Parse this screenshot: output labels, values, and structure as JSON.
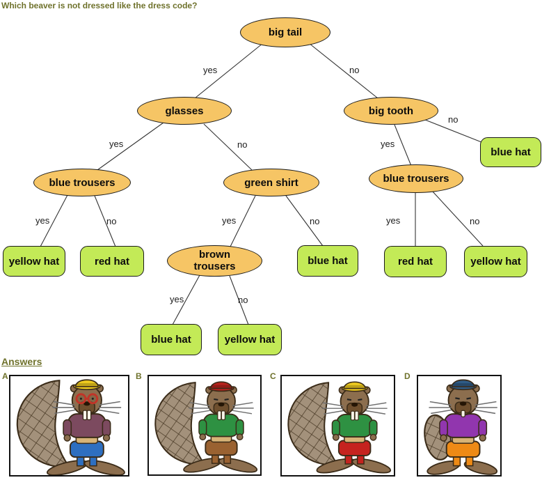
{
  "question": "Which beaver is not dressed like the dress code?",
  "tree": {
    "nodes": [
      {
        "label": "big tail",
        "type": "decision"
      },
      {
        "label": "glasses",
        "type": "decision"
      },
      {
        "label": "big tooth",
        "type": "decision"
      },
      {
        "label": "blue trousers",
        "type": "decision"
      },
      {
        "label": "green shirt",
        "type": "decision"
      },
      {
        "label": "blue trousers",
        "type": "decision"
      },
      {
        "label": "blue hat",
        "type": "leaf"
      },
      {
        "label": "yellow hat",
        "type": "leaf"
      },
      {
        "label": "red hat",
        "type": "leaf"
      },
      {
        "label": "brown trousers",
        "type": "decision"
      },
      {
        "label": "blue hat",
        "type": "leaf"
      },
      {
        "label": "red hat",
        "type": "leaf"
      },
      {
        "label": "yellow hat",
        "type": "leaf"
      },
      {
        "label": "blue hat",
        "type": "leaf"
      },
      {
        "label": "yellow hat",
        "type": "leaf"
      }
    ],
    "edges": [
      {
        "from": 0,
        "to": 1,
        "label": "yes"
      },
      {
        "from": 0,
        "to": 2,
        "label": "no"
      },
      {
        "from": 1,
        "to": 3,
        "label": "yes"
      },
      {
        "from": 1,
        "to": 4,
        "label": "no"
      },
      {
        "from": 2,
        "to": 5,
        "label": "yes"
      },
      {
        "from": 2,
        "to": 6,
        "label": "no"
      },
      {
        "from": 3,
        "to": 7,
        "label": "yes"
      },
      {
        "from": 3,
        "to": 8,
        "label": "no"
      },
      {
        "from": 4,
        "to": 9,
        "label": "yes"
      },
      {
        "from": 4,
        "to": 10,
        "label": "no"
      },
      {
        "from": 5,
        "to": 11,
        "label": "yes"
      },
      {
        "from": 5,
        "to": 12,
        "label": "no"
      },
      {
        "from": 9,
        "to": 13,
        "label": "yes"
      },
      {
        "from": 9,
        "to": 14,
        "label": "no"
      }
    ]
  },
  "answers": {
    "heading": "Answers",
    "options": [
      {
        "label": "A",
        "beaver": {
          "tail": "big",
          "hat": "yellow",
          "glasses": true,
          "shirt": "plum",
          "trousers": "blue",
          "teeth": "big"
        }
      },
      {
        "label": "B",
        "beaver": {
          "tail": "big",
          "hat": "red",
          "glasses": false,
          "shirt": "green",
          "trousers": "brown",
          "teeth": "big"
        }
      },
      {
        "label": "C",
        "beaver": {
          "tail": "big",
          "hat": "yellow",
          "glasses": false,
          "shirt": "green",
          "trousers": "red",
          "teeth": "big"
        }
      },
      {
        "label": "D",
        "beaver": {
          "tail": "small",
          "hat": "navy",
          "glasses": false,
          "shirt": "purple",
          "trousers": "orange",
          "teeth": "small"
        }
      }
    ]
  },
  "palette": {
    "decision_fill": "#F6C565",
    "leaf_fill": "#C3EA57",
    "node_border": "#1A1A1A",
    "edge_color": "#333333",
    "heading_color": "#6F722C",
    "hat": {
      "yellow": "#EFCB1F",
      "red": "#B7231D",
      "navy": "#2F5B85"
    },
    "shirt": {
      "plum": "#7C4A5F",
      "green": "#2E9142",
      "purple": "#9136AE"
    },
    "trousers": {
      "blue": "#2E6FC0",
      "brown": "#9A6231",
      "red": "#C5231F",
      "orange": "#EE8A15"
    },
    "beaver": {
      "body": "#8C6E4E",
      "outline": "#3A2B18",
      "tail": "#A3917B",
      "hatch": "#4A3A26",
      "muzzle": "#6E4F2E",
      "belly": "#D7B477",
      "tooth": "#F7F4E8",
      "whisker": "#6F6F6F",
      "glasses_frame": "#C23327"
    }
  }
}
